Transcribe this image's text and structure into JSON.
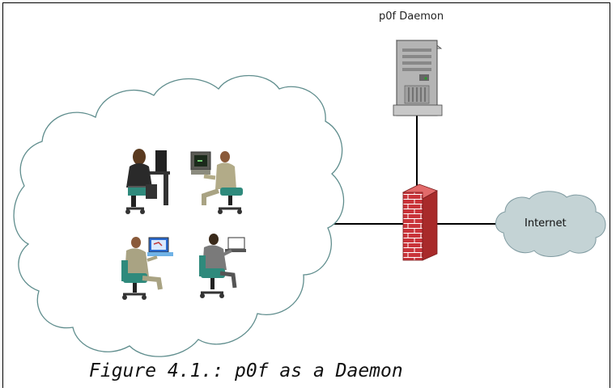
{
  "figure": {
    "server_label": "p0f Daemon",
    "internet_label": "Internet",
    "caption": "Figure 4.1.: p0f as a Daemon"
  },
  "icons": [
    "cloud-icon",
    "server-icon",
    "firewall-icon",
    "internet-cloud-icon",
    "person-at-desktop-icon",
    "person-at-terminal-icon",
    "person-at-laptop-icon"
  ],
  "colors": {
    "cloud_stroke": "#5f8d8d",
    "internet_fill": "#c4d3d5",
    "firewall": "#c23a3a",
    "server": "#a9a9a9",
    "chair": "#2f8a7c",
    "suit": "#a9a383"
  }
}
